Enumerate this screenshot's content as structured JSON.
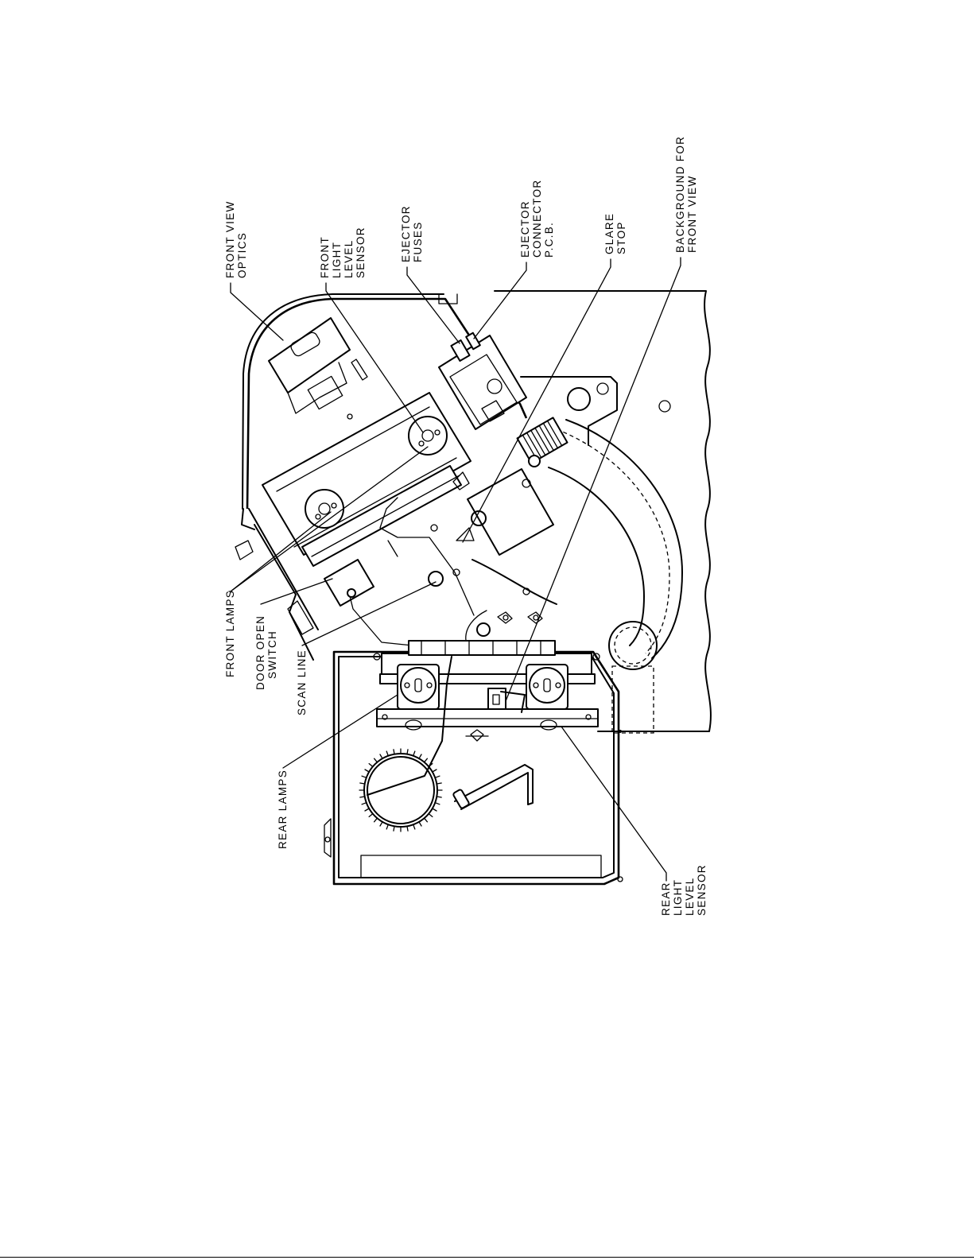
{
  "labels": {
    "front_view_optics": [
      "FRONT VIEW",
      "OPTICS"
    ],
    "front_light_level_sensor": [
      "FRONT",
      "LIGHT",
      "LEVEL",
      "SENSOR"
    ],
    "ejector_fuses": [
      "EJECTOR",
      "FUSES"
    ],
    "ejector_connector_pcb": [
      "EJECTOR",
      "CONNECTOR",
      "P.C.B."
    ],
    "glare_stop": [
      "GLARE",
      "STOP"
    ],
    "background_for_front_view": [
      "BACKGROUND FOR",
      "FRONT VIEW"
    ],
    "front_lamps": [
      "FRONT LAMPS"
    ],
    "door_open_switch": [
      "DOOR OPEN",
      "SWITCH"
    ],
    "scan_line": [
      "SCAN LINE"
    ],
    "rear_lamps": [
      "REAR LAMPS"
    ],
    "rear_light_level_sensor": [
      "REAR",
      "LIGHT",
      "LEVEL",
      "SENSOR"
    ]
  }
}
